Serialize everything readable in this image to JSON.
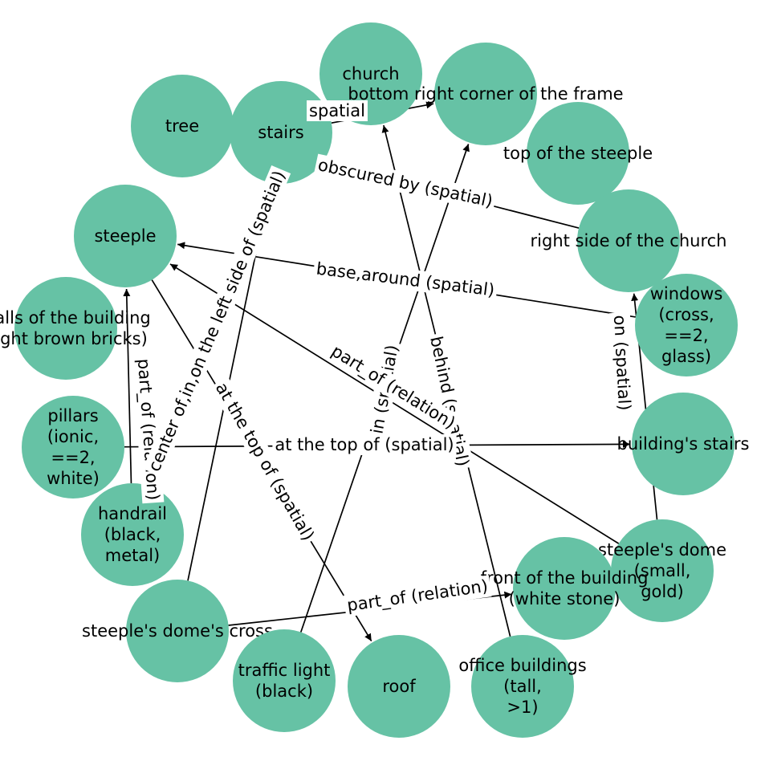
{
  "colors": {
    "node_fill": "#66c2a5",
    "edge": "#000000",
    "text": "#000000",
    "background": "#ffffff"
  },
  "nodes": [
    {
      "id": "church",
      "lines": [
        "church"
      ]
    },
    {
      "id": "bottom_right",
      "lines": [
        "bottom right corner of the frame"
      ]
    },
    {
      "id": "tree",
      "lines": [
        "tree"
      ]
    },
    {
      "id": "stairs",
      "lines": [
        "stairs"
      ]
    },
    {
      "id": "top_steeple",
      "lines": [
        "top of the steeple"
      ]
    },
    {
      "id": "steeple",
      "lines": [
        "steeple"
      ]
    },
    {
      "id": "right_side",
      "lines": [
        "right side of the church"
      ]
    },
    {
      "id": "walls",
      "lines": [
        "walls of the building",
        "(light brown bricks)"
      ]
    },
    {
      "id": "windows",
      "lines": [
        "windows",
        "(cross,",
        "==2,",
        "glass)"
      ]
    },
    {
      "id": "pillars",
      "lines": [
        "pillars",
        "(ionic,",
        "==2,",
        "white)"
      ]
    },
    {
      "id": "building_stairs",
      "lines": [
        "building's stairs"
      ]
    },
    {
      "id": "handrail",
      "lines": [
        "handrail",
        "(black,",
        "metal)"
      ]
    },
    {
      "id": "steeple_dome",
      "lines": [
        "steeple's dome",
        "(small,",
        "gold)"
      ]
    },
    {
      "id": "front_building",
      "lines": [
        "front of the building",
        "(white stone)"
      ]
    },
    {
      "id": "dome_cross",
      "lines": [
        "steeple's dome's cross"
      ]
    },
    {
      "id": "traffic_light",
      "lines": [
        "traffic light",
        "(black)"
      ]
    },
    {
      "id": "roof",
      "lines": [
        "roof"
      ]
    },
    {
      "id": "office_buildings",
      "lines": [
        "office buildings",
        "(tall,",
        ">1)"
      ]
    }
  ],
  "edges": [
    {
      "from": "stairs",
      "to": "bottom_right",
      "label": "spatial"
    },
    {
      "from": "stairs",
      "to": "tree",
      "label": ""
    },
    {
      "from": "right_side",
      "to": "tree",
      "label": "obscured by (spatial)"
    },
    {
      "from": "right_side",
      "to": "top_steeple",
      "label": ""
    },
    {
      "from": "windows",
      "to": "steeple",
      "label": "base,around (spatial)"
    },
    {
      "from": "office_buildings",
      "to": "church",
      "label": "behind (spatial)"
    },
    {
      "from": "traffic_light",
      "to": "bottom_right",
      "label": "in (spatial)"
    },
    {
      "from": "steeple_dome",
      "to": "steeple",
      "label": "part_of (relation)"
    },
    {
      "from": "steeple_dome",
      "to": "right_side",
      "label": "on (spatial)"
    },
    {
      "from": "pillars",
      "to": "building_stairs",
      "label": "at the top of (spatial)"
    },
    {
      "from": "steeple",
      "to": "roof",
      "label": "at the top of (spatial)"
    },
    {
      "from": "handrail",
      "to": "steeple",
      "label": "part_of (relation)"
    },
    {
      "from": "dome_cross",
      "to": "front_building",
      "label": "part_of (relation)"
    },
    {
      "from": "dome_cross",
      "to": "stairs",
      "label": "center of,in,on the left side of (spatial)"
    }
  ]
}
